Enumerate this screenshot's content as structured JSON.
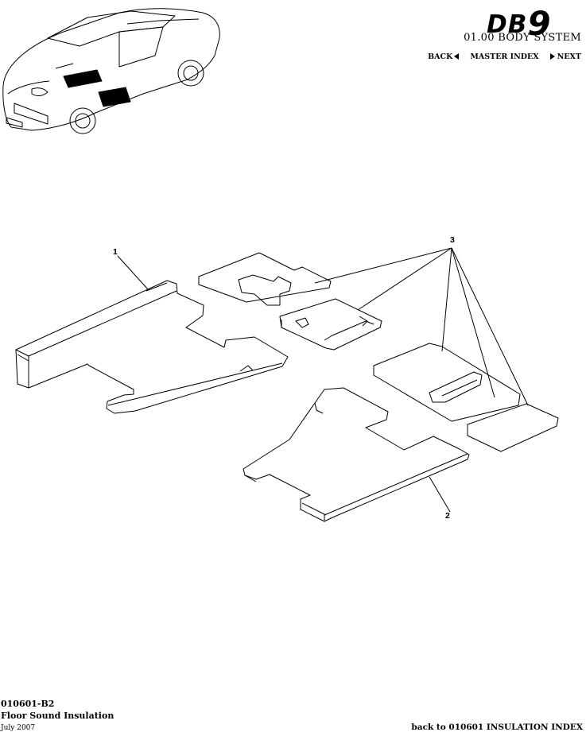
{
  "header": {
    "logo_db": "DB",
    "logo_nine": "9",
    "section_title": "01.00 BODY SYSTEM",
    "nav": {
      "back": "BACK",
      "master_index": "MASTER INDEX",
      "next": "NEXT"
    }
  },
  "diagram": {
    "callouts": {
      "part1": "1",
      "part2": "2",
      "part3": "3"
    }
  },
  "footer": {
    "code": "010601-B2",
    "name": "Floor Sound Insulation",
    "date": "July 2007",
    "back_link": "back to 010601 INSULATION INDEX"
  },
  "colors": {
    "ink": "#000000",
    "paper": "#ffffff"
  }
}
